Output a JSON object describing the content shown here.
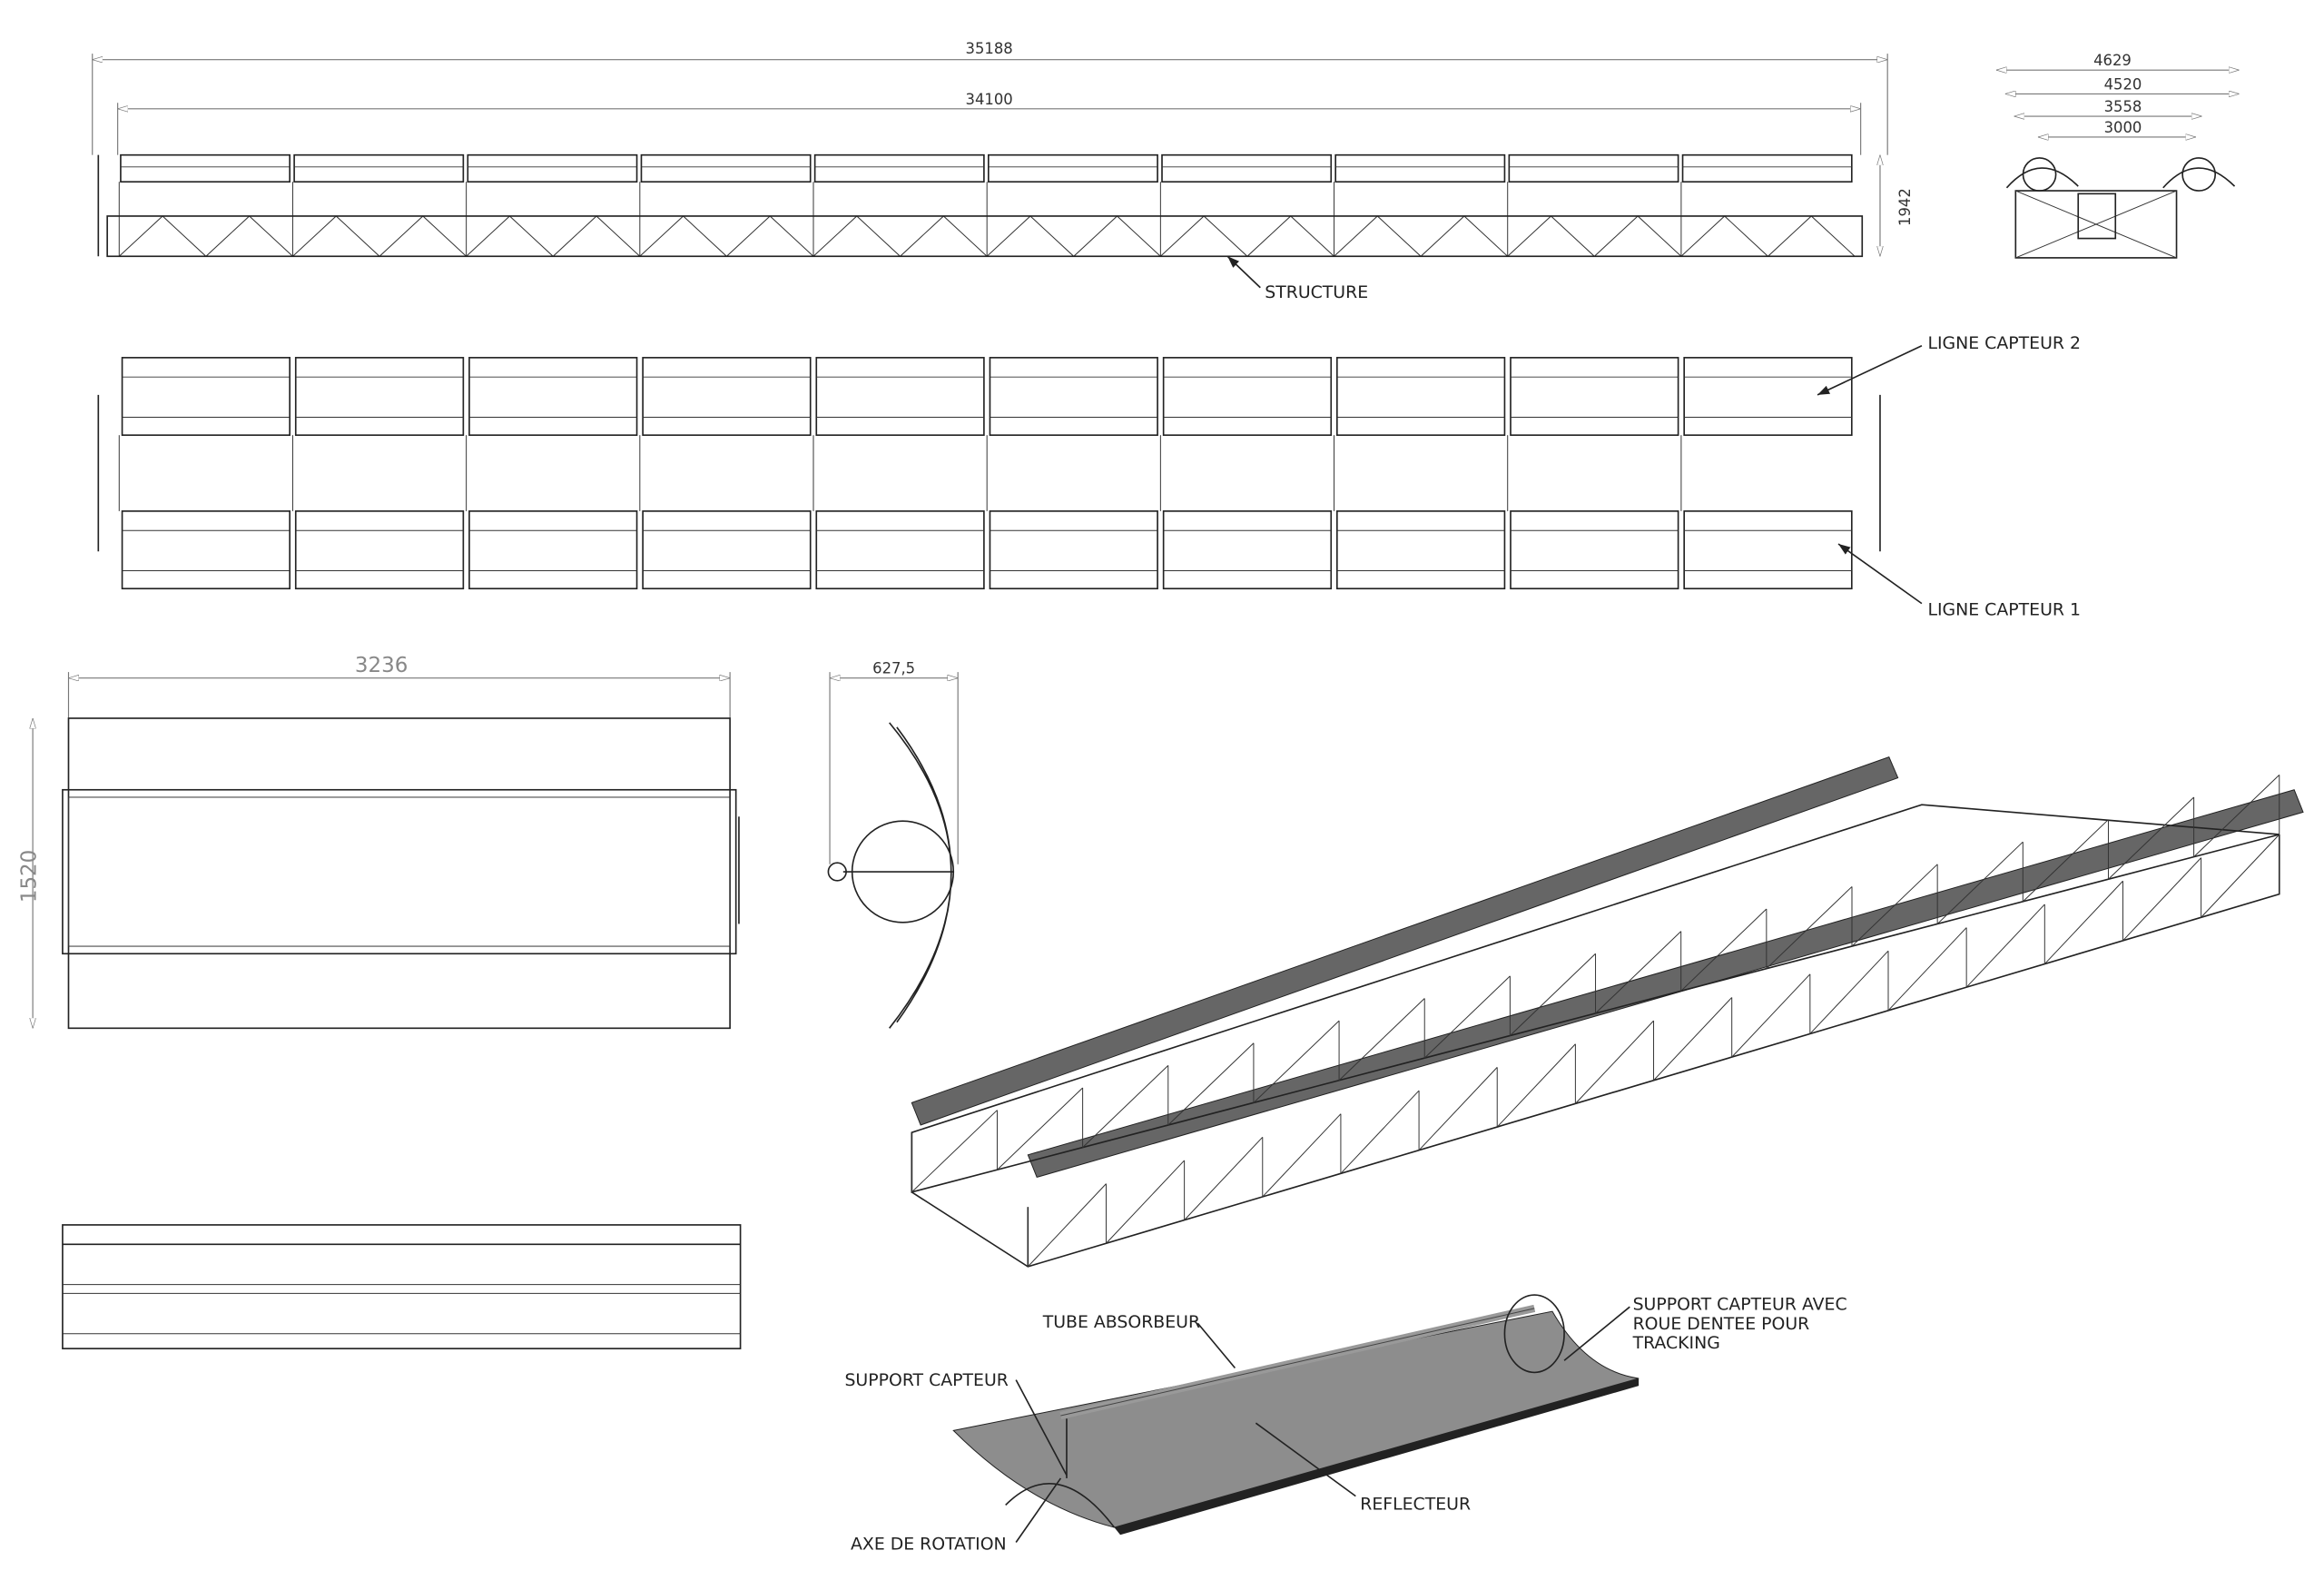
{
  "elevation": {
    "dim_overall": "35188",
    "dim_collectors": "34100",
    "dim_height": "1942",
    "label_structure": "STRUCTURE"
  },
  "plan": {
    "label_line2": "LIGNE CAPTEUR 2",
    "label_line1": "LIGNE CAPTEUR 1"
  },
  "end_view": {
    "dims": [
      "4629",
      "4520",
      "3558",
      "3000"
    ]
  },
  "module_plan": {
    "dim_length": "3236",
    "dim_width": "1520"
  },
  "section": {
    "dim_depth": "627,5"
  },
  "detail": {
    "tube": "TUBE ABSORBEUR",
    "support": "SUPPORT CAPTEUR",
    "support_tracking_1": "SUPPORT CAPTEUR AVEC",
    "support_tracking_2": "ROUE DENTEE POUR",
    "support_tracking_3": "TRACKING",
    "reflector": "REFLECTEUR",
    "axis": "AXE DE ROTATION"
  }
}
